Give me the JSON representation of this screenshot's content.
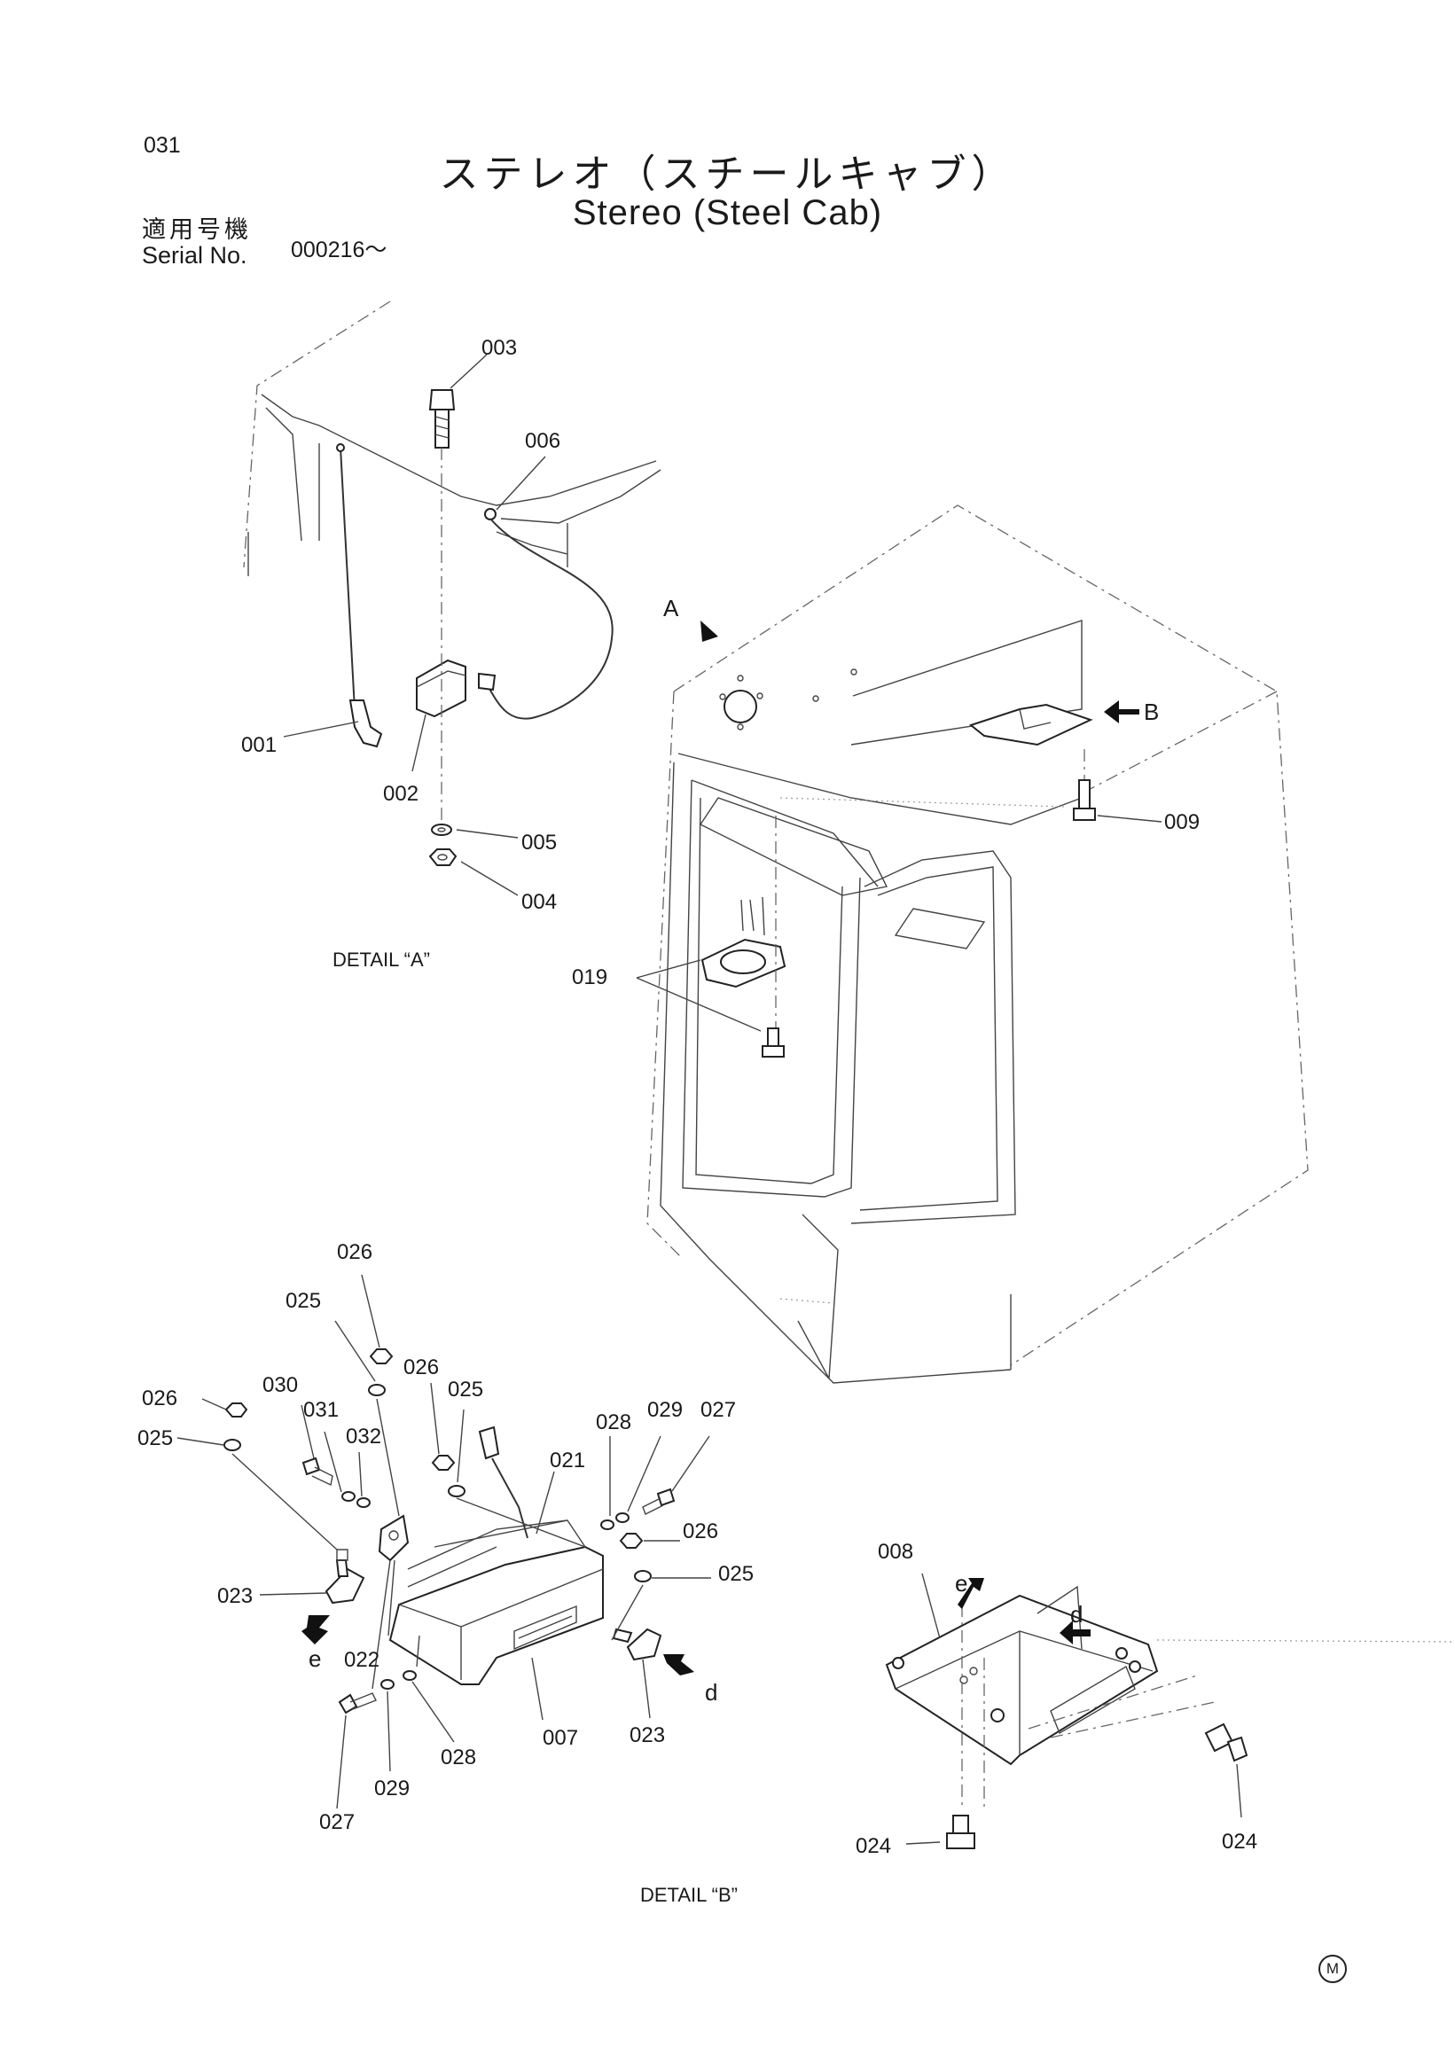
{
  "page_number": "031",
  "title_jp": "ステレオ（スチールキャブ）",
  "title_en": "Stereo (Steel Cab)",
  "serial": {
    "label_jp": "適用号機",
    "label_en": "Serial No.",
    "value": "000216～"
  },
  "details": {
    "a": "DETAIL “A”",
    "b": "DETAIL “B”"
  },
  "view_marks": {
    "A": "A",
    "B": "B",
    "d": "d",
    "e": "e"
  },
  "parts": {
    "p001": "001",
    "p002": "002",
    "p003": "003",
    "p004": "004",
    "p005": "005",
    "p006": "006",
    "p007": "007",
    "p008": "008",
    "p009": "009",
    "p019": "019",
    "p021": "021",
    "p022": "022",
    "p023": "023",
    "p024": "024",
    "p025": "025",
    "p026": "026",
    "p027": "027",
    "p028": "028",
    "p029": "029",
    "p030": "030",
    "p031": "031",
    "p032": "032"
  },
  "maker_mark": "M"
}
